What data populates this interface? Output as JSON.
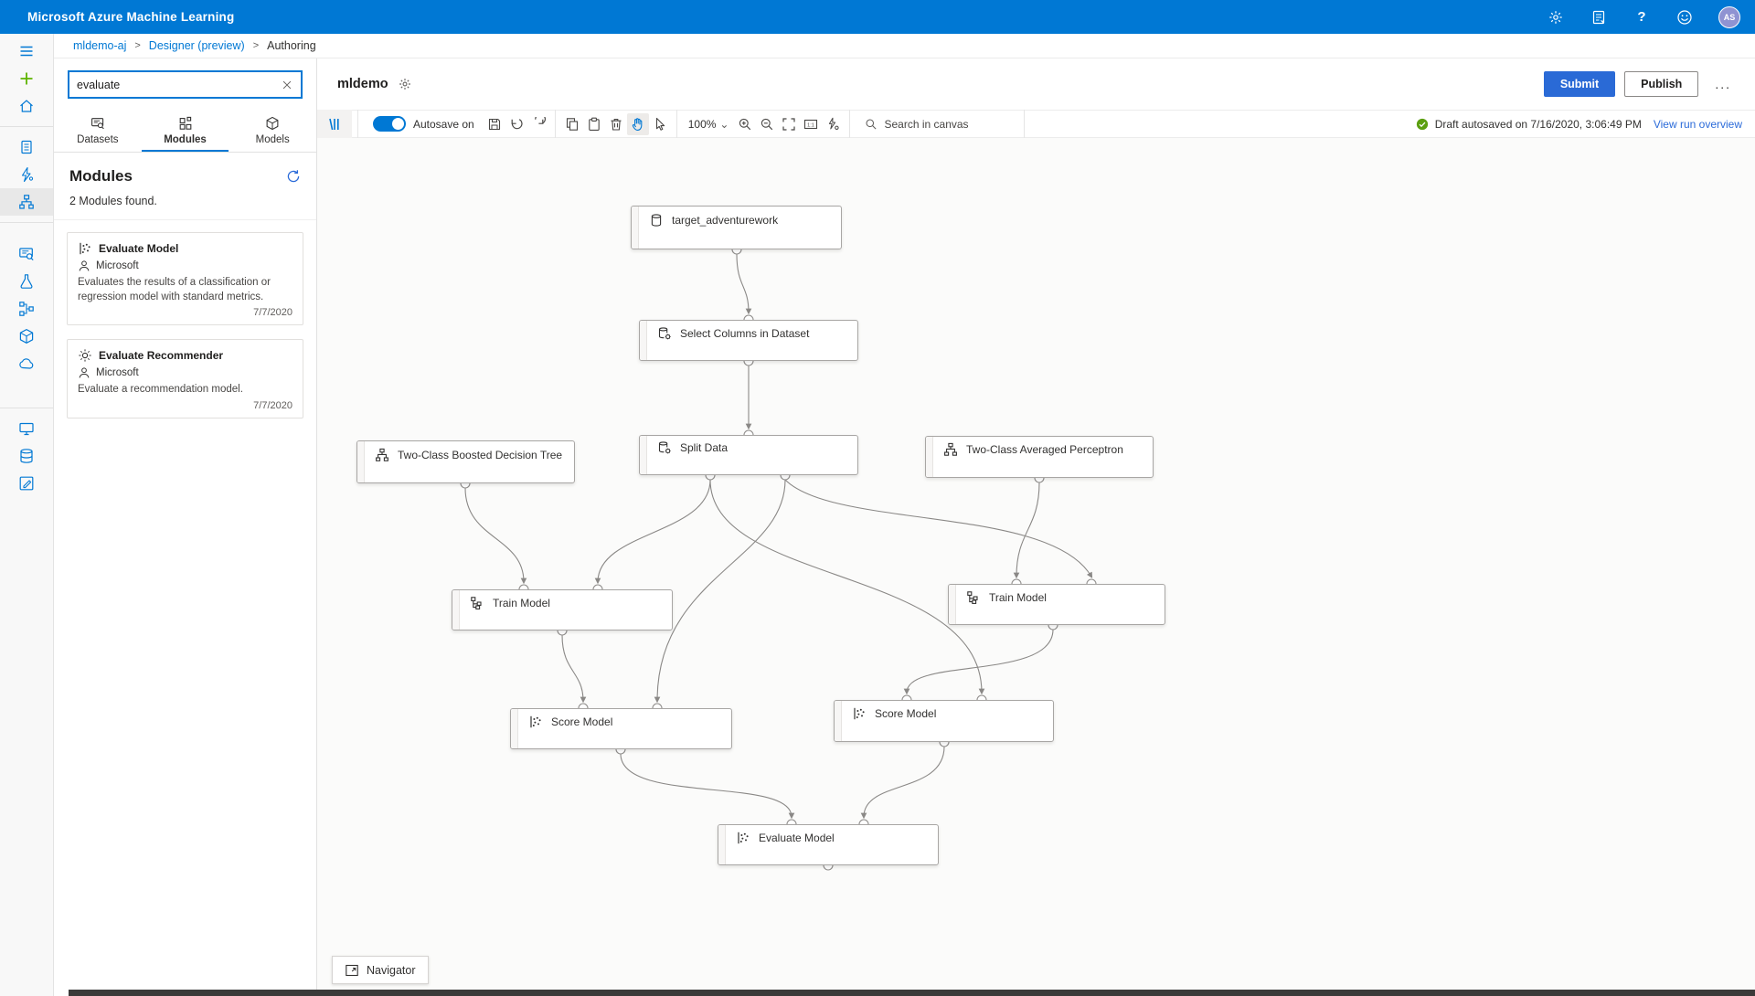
{
  "topbar": {
    "title": "Microsoft Azure Machine Learning",
    "avatar_initials": "AS"
  },
  "breadcrumb": {
    "workspace": "mldemo-aj",
    "section": "Designer (preview)",
    "page": "Authoring"
  },
  "left_panel": {
    "search_value": "evaluate",
    "tabs": [
      {
        "label": "Datasets"
      },
      {
        "label": "Modules"
      },
      {
        "label": "Models"
      }
    ],
    "heading": "Modules",
    "result_count": "2 Modules found.",
    "cards": [
      {
        "title": "Evaluate Model",
        "author": "Microsoft",
        "description": "Evaluates the results of a classification or regression model with standard metrics.",
        "date": "7/7/2020"
      },
      {
        "title": "Evaluate Recommender",
        "author": "Microsoft",
        "description": "Evaluate a recommendation model.",
        "date": "7/7/2020"
      }
    ]
  },
  "header": {
    "title": "mldemo",
    "submit_label": "Submit",
    "publish_label": "Publish",
    "more_label": "..."
  },
  "toolbar": {
    "autosave_label": "Autosave on",
    "zoom_level": "100%",
    "search_placeholder": "Search in canvas",
    "status_text": "Draft autosaved on 7/16/2020, 3:06:49 PM",
    "run_link": "View run overview"
  },
  "canvas": {
    "navigator_label": "Navigator",
    "nodes": [
      {
        "label": "target_adventurework"
      },
      {
        "label": "Select Columns in Dataset"
      },
      {
        "label": "Split Data"
      },
      {
        "label": "Two-Class Boosted Decision Tree"
      },
      {
        "label": "Two-Class Averaged Perceptron"
      },
      {
        "label": "Train Model"
      },
      {
        "label": "Train Model"
      },
      {
        "label": "Score Model"
      },
      {
        "label": "Score Model"
      },
      {
        "label": "Evaluate Model"
      }
    ]
  },
  "colors": {
    "accent": "#0078d4",
    "topbar_bg": "#0078d4",
    "submit_button": "#2a6ad6",
    "status_green": "#5b9f10",
    "plus_green": "#5DB300",
    "avatar_bg": "#8f93d2",
    "wire_gray": "#8a8886"
  }
}
